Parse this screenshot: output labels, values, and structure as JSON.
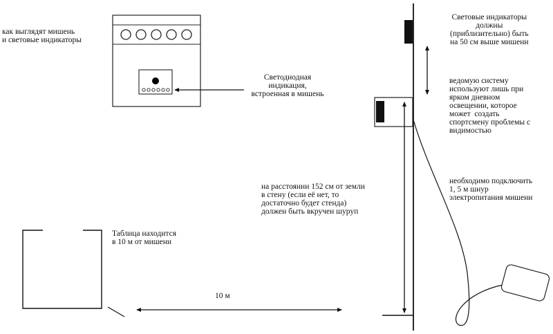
{
  "labels": {
    "target_caption": "как выглядят мишень\nи световые индикаторы",
    "led_caption": "Светодиодная\nиндикация,\nвстроенная в мишень",
    "indicators_height": "Световые индикаторы\nдолжны\n(приблизительно) быть\nна 50 см выше мишени",
    "daylight_note": "ведомую систему\nиспользуют лишь при\nярком дневном\nосвещении, которое\nможет  создать\nспортсмену проблемы с\nвидимостью",
    "power_cord": "необходимо подключить\n1, 5 м шнур\nэлектропитания мишени",
    "screw_note": "на расстоянии 152 см от земли\nв стену (если её нет, то\nдостаточно будет стенда)\nдолжен быть вкручен шуруп",
    "table_note": "Таблица находится\nв 10 м от мишени",
    "distance": "10 м"
  },
  "colors": {
    "line": "#111111",
    "background": "#ffffff"
  }
}
